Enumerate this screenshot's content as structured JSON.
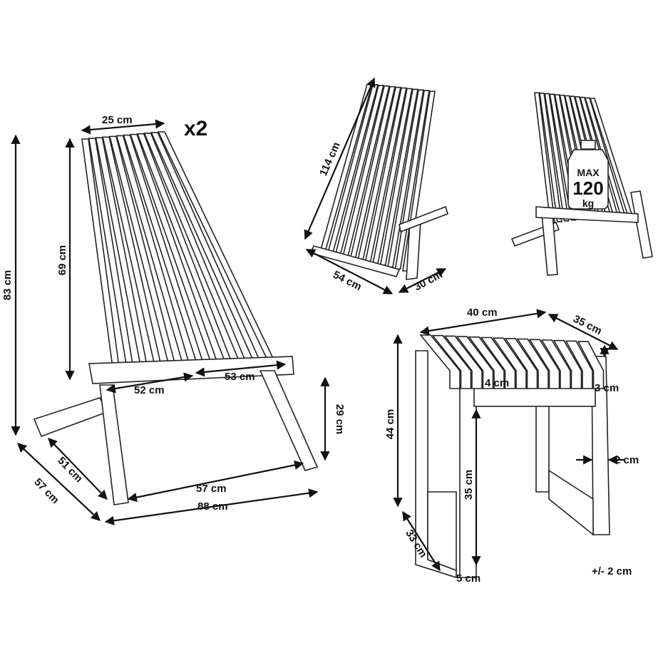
{
  "colors": {
    "line": "#222222",
    "background": "#ffffff"
  },
  "chair": {
    "width_top": "25 cm",
    "quantity": "x2",
    "total_height": "83 cm",
    "back_height": "69 cm",
    "seat_depth_front": "52 cm",
    "seat_depth_back": "53 cm",
    "seat_height": "29 cm",
    "base_inner": "51 cm",
    "base_outer": "57 cm",
    "leg_inner": "57 cm",
    "total_depth": "88 cm"
  },
  "folded_chair": {
    "length": "114 cm",
    "width": "54 cm",
    "depth": "30 cm"
  },
  "load": {
    "max": "MAX",
    "value": "120",
    "unit": "kg"
  },
  "stool": {
    "width": "40 cm",
    "depth": "35 cm",
    "slat_height": "4 cm",
    "frame_thickness": "3 cm",
    "height": "44 cm",
    "leg_height": "35 cm",
    "leg_width": "2 cm",
    "base_depth": "33 cm",
    "foot_width": "5 cm"
  },
  "tolerance": "+/- 2 cm"
}
